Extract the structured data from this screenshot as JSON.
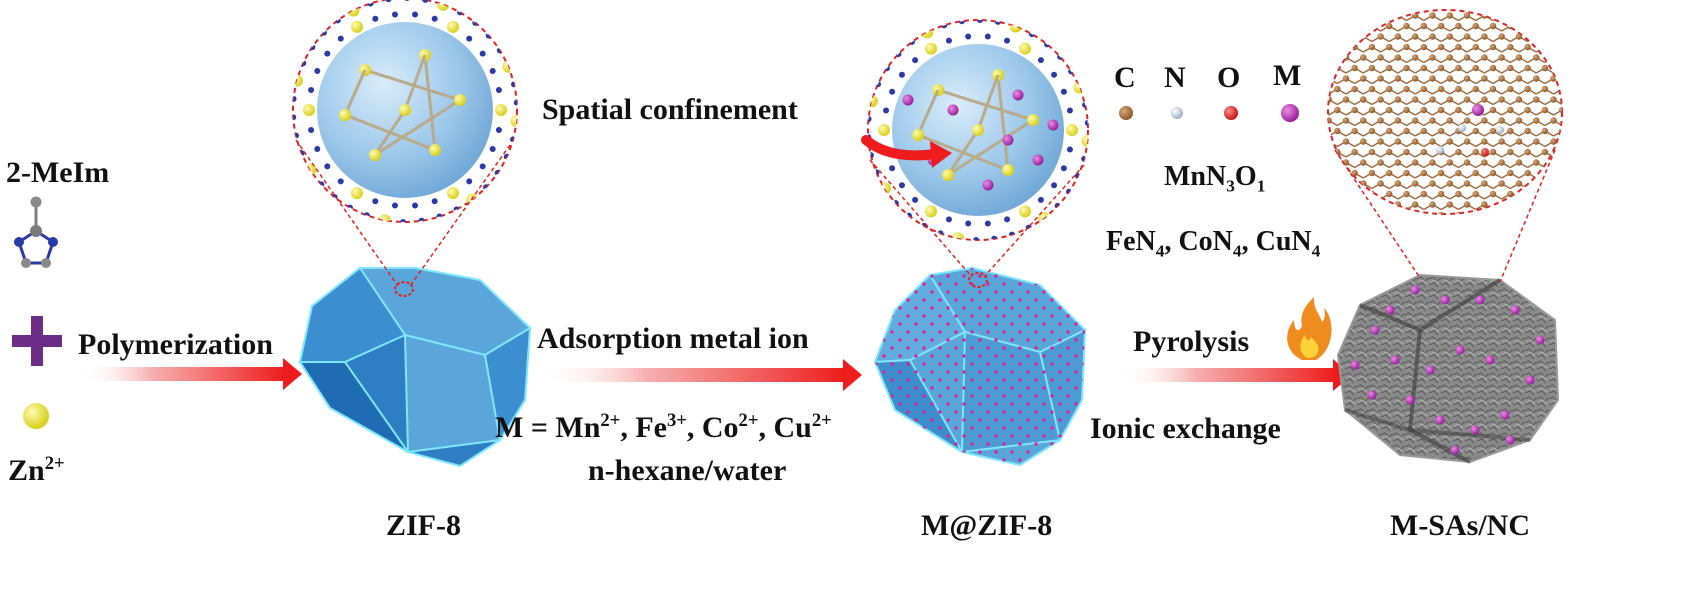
{
  "precursors": {
    "ligand": "2-MeIm",
    "plus": "+",
    "metal": "Zn",
    "metal_charge": "2+"
  },
  "steps": {
    "step1": "Polymerization",
    "step2_top": "Adsorption metal ion",
    "step2_bottom_prefix": "M = ",
    "step2_ions": [
      {
        "el": "Mn",
        "ch": "2+"
      },
      {
        "el": "Fe",
        "ch": "3+"
      },
      {
        "el": "Co",
        "ch": "2+"
      },
      {
        "el": "Cu",
        "ch": "2+"
      }
    ],
    "step2_solvent": "n-hexane/water",
    "step3_top": "Pyrolysis",
    "step3_bottom": "Ionic exchange"
  },
  "annotations": {
    "confinement": "Spatial confinement"
  },
  "legend": [
    {
      "symbol": "C",
      "color": "#a0683a"
    },
    {
      "symbol": "N",
      "color": "#c9d6ea"
    },
    {
      "symbol": "O",
      "color": "#e02222"
    },
    {
      "symbol": "M",
      "color": "#b02cb8"
    }
  ],
  "sites": {
    "mn": {
      "a": "MnN",
      "b": "3",
      "c": "O",
      "d": "1"
    },
    "others": [
      {
        "a": "FeN",
        "b": "4",
        "sep": ","
      },
      {
        "a": "CoN",
        "b": "4",
        "sep": ","
      },
      {
        "a": "CuN",
        "b": "4",
        "sep": ""
      }
    ]
  },
  "products": {
    "p1": "ZIF-8",
    "p2": "M@ZIF-8",
    "p3": "M-SAs/NC"
  },
  "colors": {
    "crystal_top": "#5aa6da",
    "crystal_side": "#2f7ec4",
    "crystal_edge": "#7fe6ff",
    "dopant": "#d02a9a",
    "arrow_head": "#ee1c1c",
    "plus": "#6b2d86",
    "zn_ball": "#e8e22a",
    "sphere": "#9cc8ea",
    "callout": "#e02222"
  },
  "icons": [
    "imidazole-icon",
    "zn-ball-icon",
    "plus-icon",
    "flame-icon"
  ]
}
